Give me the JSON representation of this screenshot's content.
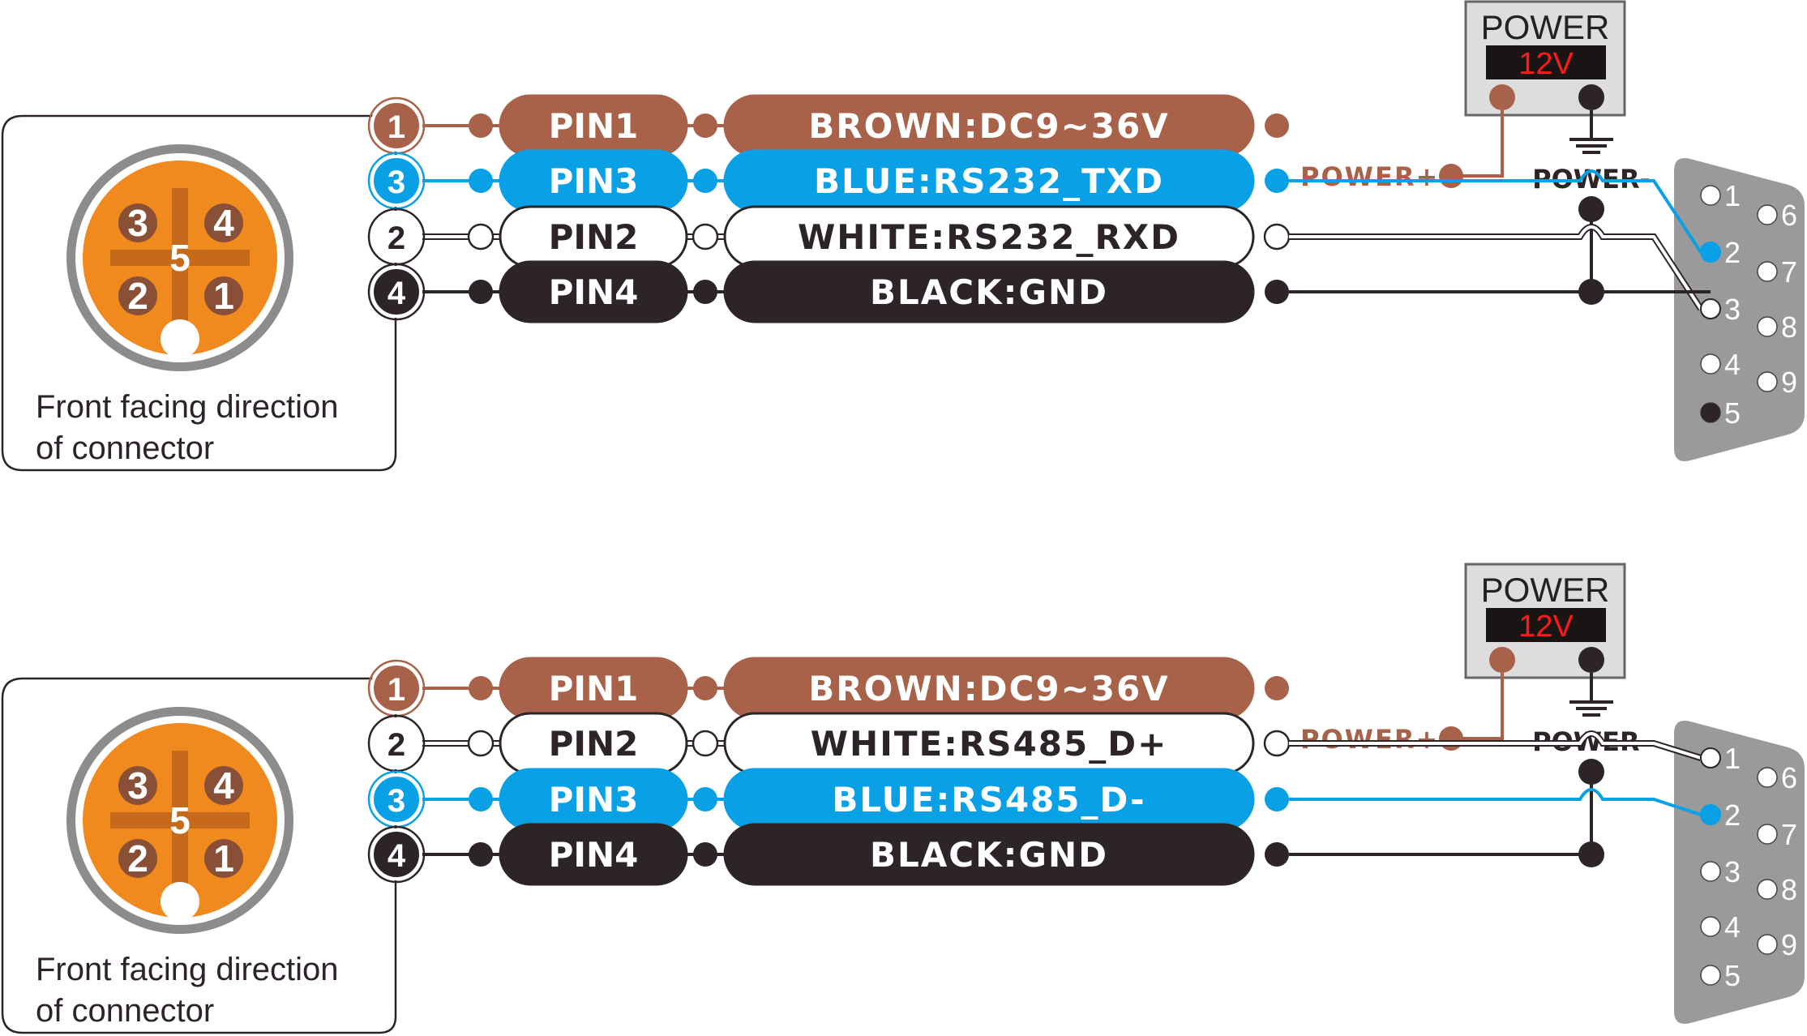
{
  "panels": [
    {
      "caption": [
        "Front facing direction",
        "of connector"
      ],
      "connector_pins": [
        "3",
        "4",
        "5",
        "2",
        "1"
      ],
      "power": {
        "title": "POWER",
        "voltage": "12V",
        "plus_label": "POWER+",
        "minus_label": "POWER-"
      },
      "wires": [
        {
          "num": "1",
          "pin": "PIN1",
          "label": "BROWN:DC9~36V",
          "color": "brown",
          "db9": null
        },
        {
          "num": "3",
          "pin": "PIN3",
          "label": "BLUE:RS232_TXD",
          "color": "blue",
          "db9": 2
        },
        {
          "num": "2",
          "pin": "PIN2",
          "label": "WHITE:RS232_RXD",
          "color": "white",
          "db9": 3
        },
        {
          "num": "4",
          "pin": "PIN4",
          "label": "BLACK:GND",
          "color": "black",
          "db9": 5
        }
      ],
      "db9_labels": [
        "1",
        "2",
        "3",
        "4",
        "5",
        "6",
        "7",
        "8",
        "9"
      ]
    },
    {
      "caption": [
        "Front facing direction",
        "of connector"
      ],
      "connector_pins": [
        "3",
        "4",
        "5",
        "2",
        "1"
      ],
      "power": {
        "title": "POWER",
        "voltage": "12V",
        "plus_label": "POWER+",
        "minus_label": "POWER-"
      },
      "wires": [
        {
          "num": "1",
          "pin": "PIN1",
          "label": "BROWN:DC9~36V",
          "color": "brown",
          "db9": null
        },
        {
          "num": "2",
          "pin": "PIN2",
          "label": "WHITE:RS485_D+",
          "color": "white",
          "db9": 1
        },
        {
          "num": "3",
          "pin": "PIN3",
          "label": "BLUE:RS485_D-",
          "color": "blue",
          "db9": 2
        },
        {
          "num": "4",
          "pin": "PIN4",
          "label": "BLACK:GND",
          "color": "black",
          "db9": null
        }
      ],
      "db9_labels": [
        "1",
        "2",
        "3",
        "4",
        "5",
        "6",
        "7",
        "8",
        "9"
      ]
    }
  ],
  "colors": {
    "brown": "#a8624a",
    "blue": "#0aa0e6",
    "white": "#ffffff",
    "black": "#2d2525",
    "orange": "#f08a1e",
    "gray": "#8c8c8c",
    "red_led": "#ff1a1a",
    "db9_body": "#9a9a9a"
  }
}
